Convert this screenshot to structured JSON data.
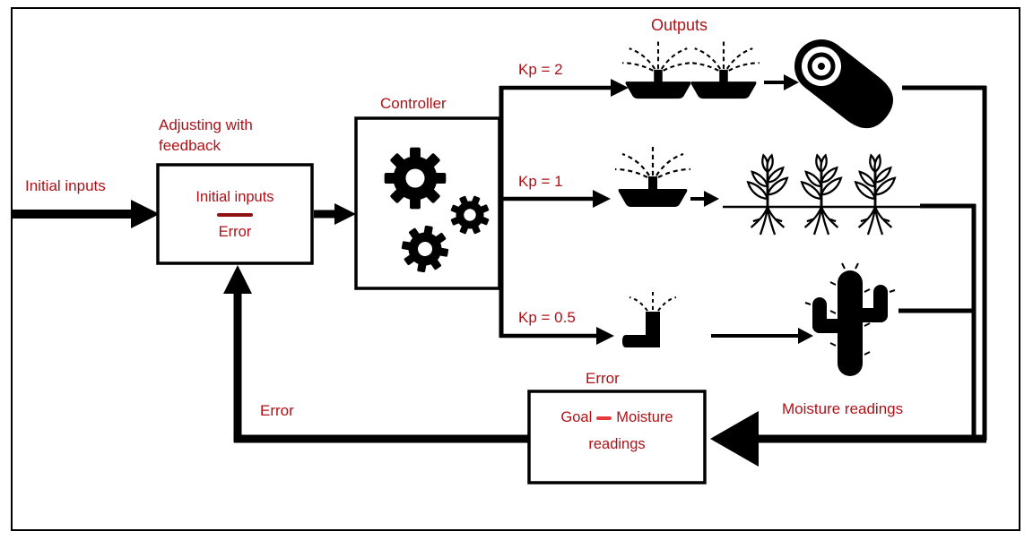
{
  "diagram": {
    "colors": {
      "text": "#b01117",
      "dash_dark": "#8e1212",
      "dash_bright": "#e83a3a",
      "line": "#000000"
    },
    "labels": {
      "initial_inputs": "Initial inputs",
      "adjusting_with_feedback": "Adjusting with feedback",
      "sum_box": {
        "top": "Initial inputs",
        "bottom": "Error"
      },
      "controller": "Controller",
      "outputs": "Outputs",
      "kp_2": "Kp = 2",
      "kp_1": "Kp = 1",
      "kp_05": "Kp = 0.5",
      "moisture_readings": "Moisture readings",
      "error_box": {
        "title": "Error",
        "goal": "Goal",
        "subtrahend": "Moisture readings"
      },
      "feedback_error": "Error"
    },
    "icons": {
      "controller": "gears-icon",
      "output_kp2": "double-sprinkler-icon",
      "result_kp2": "log-icon",
      "output_kp1": "sprinkler-icon",
      "result_kp1": "seedlings-icon",
      "output_kp05": "small-sprinkler-icon",
      "result_kp05": "cactus-icon"
    }
  }
}
